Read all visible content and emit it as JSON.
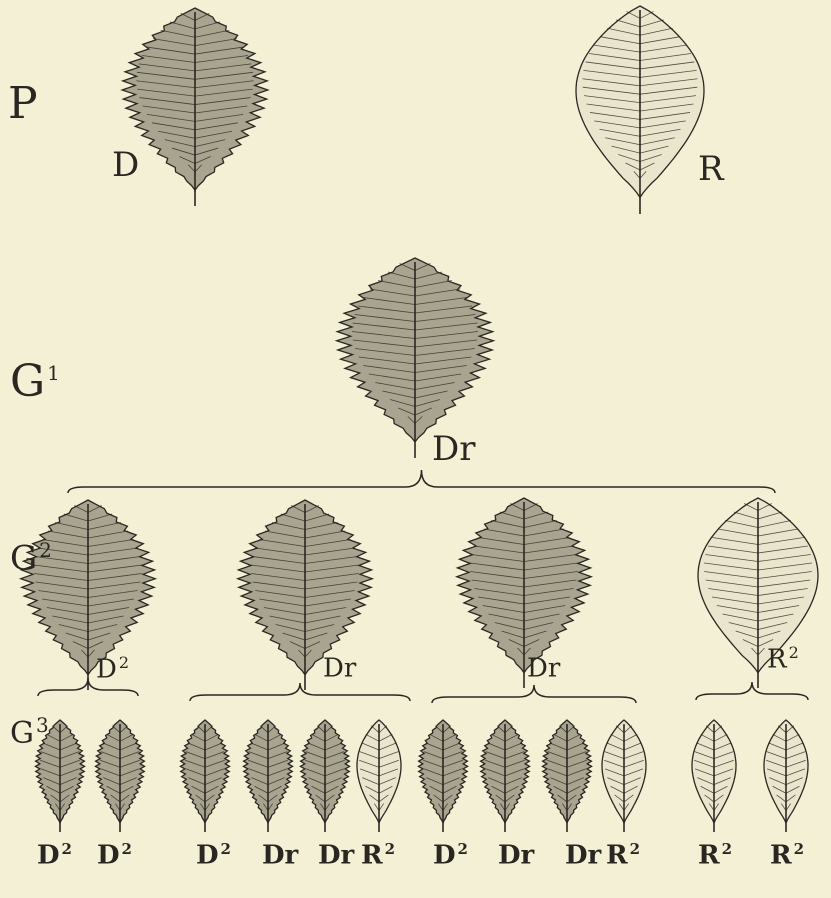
{
  "generations": {
    "P": "P",
    "G1": {
      "base": "G",
      "sup": "1"
    },
    "G2": {
      "base": "G",
      "sup": "2"
    },
    "G3": {
      "base": "G",
      "sup": "3"
    }
  },
  "parents": {
    "left": "D",
    "right": "R"
  },
  "g1": {
    "label": "Dr"
  },
  "g2": [
    {
      "base": "D",
      "sup": "2",
      "kind": "dominant"
    },
    {
      "base": "Dr",
      "sup": "",
      "kind": "hybrid"
    },
    {
      "base": "Dr",
      "sup": "",
      "kind": "hybrid"
    },
    {
      "base": "R",
      "sup": "2",
      "kind": "recessive"
    }
  ],
  "g3": [
    {
      "base": "D",
      "sup": "2",
      "kind": "dominant"
    },
    {
      "base": "D",
      "sup": "2",
      "kind": "dominant"
    },
    {
      "base": "D",
      "sup": "2",
      "kind": "dominant"
    },
    {
      "base": "Dr",
      "sup": "",
      "kind": "hybrid"
    },
    {
      "base": "Dr",
      "sup": "",
      "kind": "hybrid"
    },
    {
      "base": "R",
      "sup": "2",
      "kind": "recessive"
    },
    {
      "base": "D",
      "sup": "2",
      "kind": "dominant"
    },
    {
      "base": "Dr",
      "sup": "",
      "kind": "hybrid"
    },
    {
      "base": "Dr",
      "sup": "",
      "kind": "hybrid"
    },
    {
      "base": "R",
      "sup": "2",
      "kind": "recessive"
    },
    {
      "base": "R",
      "sup": "2",
      "kind": "recessive"
    },
    {
      "base": "R",
      "sup": "2",
      "kind": "recessive"
    }
  ],
  "colors": {
    "background": "#f4f0d6",
    "ink": "#2a2722",
    "leaf_fill_light": "#d8d4c0",
    "leaf_fill_dark": "#6a6658"
  }
}
